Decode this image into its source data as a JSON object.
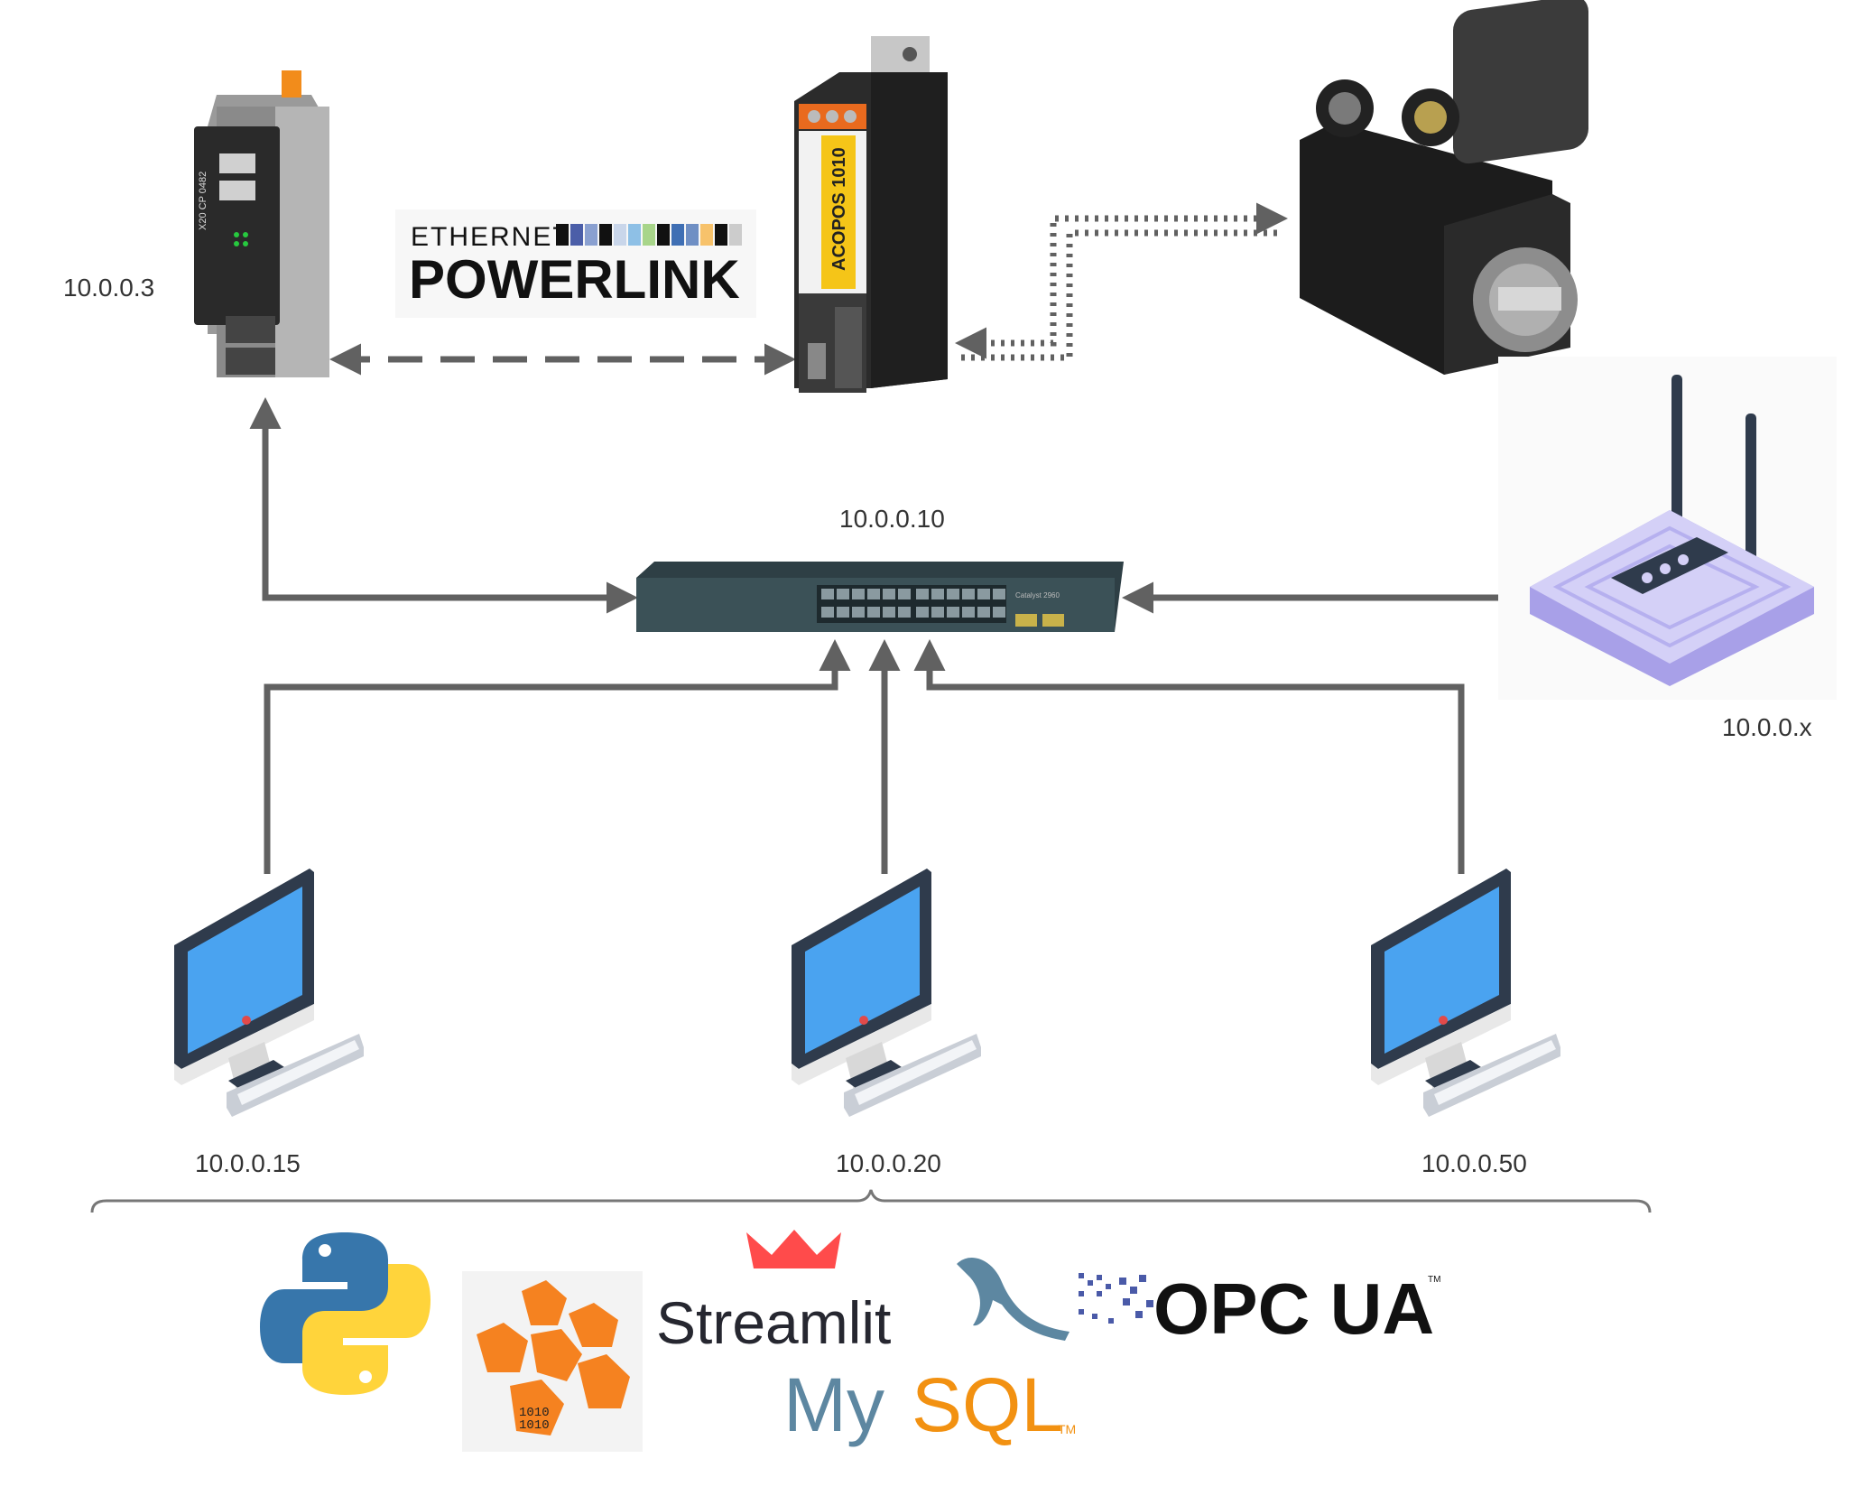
{
  "diagram": {
    "nodes": {
      "plc": {
        "ip": "10.0.0.3",
        "device_label": "X20 CP 0482"
      },
      "servo_drive": {
        "device_label": "ACOPOS 1010"
      },
      "switch": {
        "ip": "10.0.0.10",
        "device_label": "Catalyst 2960"
      },
      "router": {
        "ip": "10.0.0.x"
      },
      "pc_left": {
        "ip": "10.0.0.15"
      },
      "pc_center": {
        "ip": "10.0.0.20"
      },
      "pc_right": {
        "ip": "10.0.0.50"
      }
    },
    "powerlink_logo": {
      "line1": "ETHERNET",
      "line2": "POWERLINK"
    },
    "software_logos": {
      "python": "python-logo",
      "automation": {
        "tiles": [
          "1010\n1010"
        ]
      },
      "streamlit": "Streamlit",
      "mysql": {
        "my": "My",
        "sql": "SQL",
        "tm": "TM"
      },
      "opcua": {
        "text": "OPC UA",
        "tm": "TM"
      }
    },
    "colors": {
      "connector": "#616161",
      "monitor_screen": "#4aa3f0",
      "monitor_frame": "#2f3b4c",
      "router_body": "#c9c4f2",
      "mysql_blue": "#5d87a1",
      "mysql_orange": "#f29111",
      "streamlit_red": "#ff4b4b",
      "python_blue": "#3776ab",
      "python_yellow": "#ffd43b",
      "orange_tile": "#f58220"
    }
  }
}
